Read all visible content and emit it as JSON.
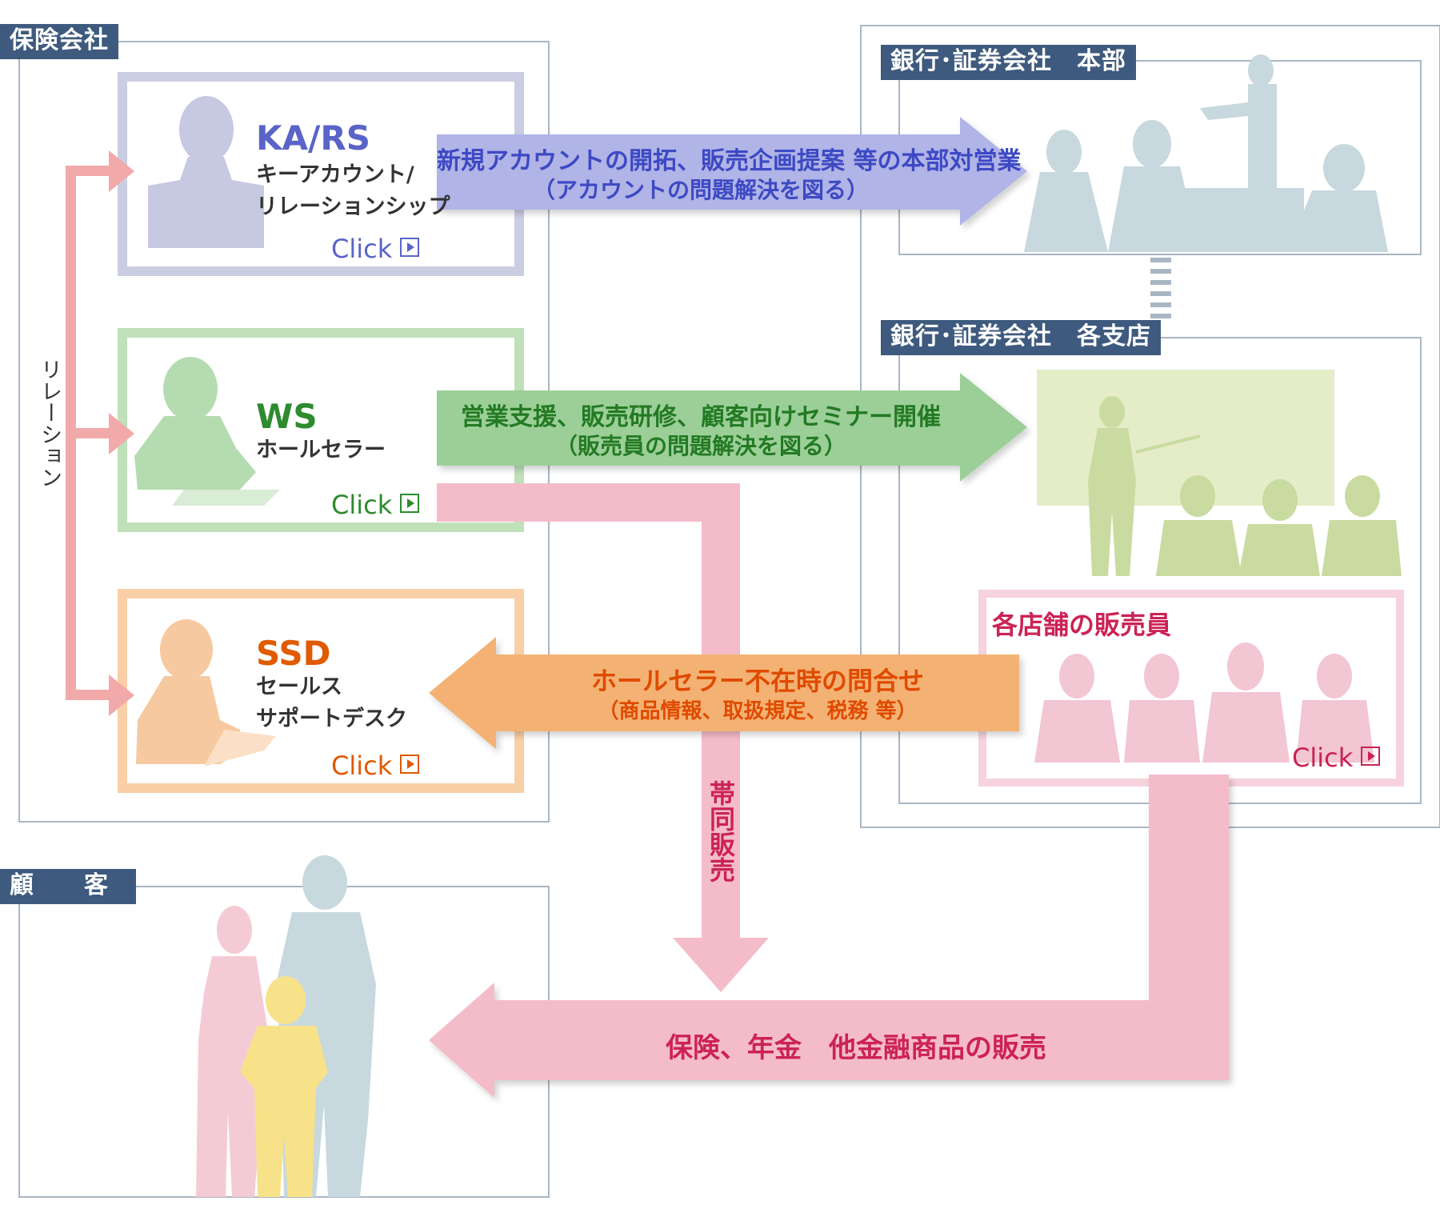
{
  "insurance_company": {
    "label": "保険会社",
    "roles": [
      {
        "code": "KA/RS",
        "line1": "キーアカウント/",
        "line2": "リレーションシップ",
        "click": "Click",
        "color": "#5a64c8"
      },
      {
        "code": "WS",
        "line1": "ホールセラー",
        "line2": "",
        "click": "Click",
        "color": "#2e8b2e"
      },
      {
        "code": "SSD",
        "line1": "セールス",
        "line2": "サポートデスク",
        "click": "Click",
        "color": "#e05a00"
      }
    ],
    "relation_label": "リレーション"
  },
  "bank_hq": {
    "label": "銀行･証券会社　本部"
  },
  "bank_branch": {
    "label": "銀行･証券会社　各支店"
  },
  "store_staff": {
    "label": "各店舗の販売員",
    "click": "Click"
  },
  "customer": {
    "label": "顧　　客"
  },
  "arrows": {
    "karls": {
      "line1": "新規アカウントの開拓、販売企画提案 等の本部対営業",
      "line2": "（アカウントの問題解決を図る）"
    },
    "ws": {
      "line1": "営業支援、販売研修、顧客向けセミナー開催",
      "line2": "（販売員の問題解決を図る）"
    },
    "ssd": {
      "line1": "ホールセラー不在時の問合せ",
      "line2": "（商品情報、取扱規定、税務 等）"
    },
    "joint_sales": "帯同販売",
    "sales": "保険、年金　他金融商品の販売"
  },
  "colors": {
    "tag_bg": "#3e5a7e",
    "karls": "#5a64c8",
    "ws": "#2e8b2e",
    "ssd": "#e05a00",
    "pink_text": "#cc2255"
  }
}
